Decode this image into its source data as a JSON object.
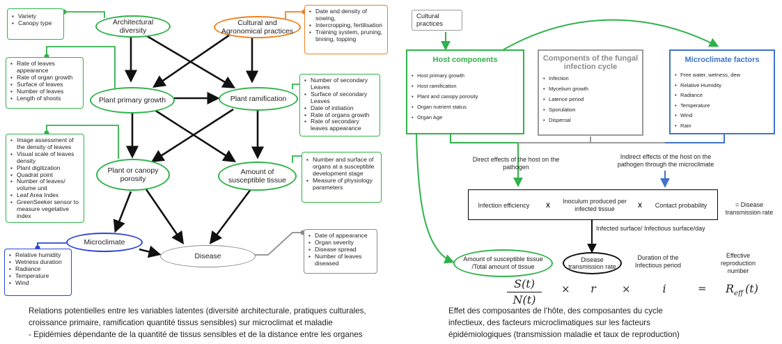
{
  "left": {
    "nodes": {
      "architectural_diversity": "Architectural diversity",
      "cultural_agronomical": "Cultural and Agronomical practices",
      "plant_primary_growth": "Plant primary growth",
      "plant_ramification": "Plant ramification",
      "plant_canopy_porosity": "Plant or canopy porosity",
      "amount_susceptible_tissue": "Amount of susceptible tissue",
      "microclimate": "Microclimate",
      "disease": "Disease"
    },
    "boxes": {
      "architecture": [
        "Variety",
        "Canopy type"
      ],
      "cultural": [
        "Date and density of sowing,",
        "Intercropping, fertilisation",
        "Training system, pruning, tinning, topping"
      ],
      "growth": [
        "Rate of leaves appearance",
        "Rate of organ growth",
        "Surface of leaves",
        "Number of leaves",
        "Length of shoots"
      ],
      "ramification": [
        "Number of secondary Leaves",
        "Surface of secondary Leaves",
        "Date of initiation",
        "Rate of organs growth",
        "Rate of secondary leaves appearance"
      ],
      "porosity": [
        "Image assessment of the density of leaves",
        "Visual scale of leaves density",
        "Plant digitization",
        "Quadrat point",
        "Number of leaves/ volume unit",
        "Leaf Area Index",
        "GreenSeeker sensor to measure vegetative index"
      ],
      "susceptible": [
        "Number and surface of organs at a susceptible development stage",
        "Measure of physiology parameters"
      ],
      "microclimate": [
        "Relative humidity",
        "Wetness duration",
        "Radiance",
        "Temperature",
        "Wind"
      ],
      "disease": [
        "Date of appearance",
        "Organ severity",
        "Disease spread",
        "Number of leaves diseased"
      ]
    },
    "caption": [
      "Relations potentielles entre les variables latentes (diversité architecturale, pratiques culturales,",
      "croissance primaire, ramification quantité tissus sensibles) sur microclimat et maladie",
      "- Epidémies dépendante de la quantité de tissus sensibles et de la distance entre les organes"
    ]
  },
  "right": {
    "cultural_practices": "Cultural practices",
    "host": {
      "title": "Host components",
      "items": [
        "Host primary growth",
        "Host ramification",
        "Plant and canopy porosity",
        "Organ nutrient status",
        "Organ Age"
      ]
    },
    "fungal": {
      "title": "Components of the fungal infection cycle",
      "items": [
        "Infection",
        "Mycelium growth",
        "Latence period",
        "Sporulation",
        "Dispersal"
      ]
    },
    "microclimate": {
      "title": "Microclimate factors",
      "items": [
        "Free water, wetness, dew",
        "Relative Humidity",
        "Radiance",
        "Temperature",
        "Wind",
        "Rain"
      ]
    },
    "direct_effects": "Direct effects of the host on the pathogen",
    "indirect_effects": "Indirect effects of the host on the pathogen through the microclimate",
    "infection_efficiency": "Infection efficiency",
    "x1": "X",
    "inoculum": "Inoculum produced per infected tissue",
    "x2": "X",
    "contact_probability": "Contact probability",
    "eq_disease_transmission_rate": "= Disease transmission rate",
    "infected_surface": "Infected surface/ Infectious surface/day",
    "amount_ratio": "Amount of susceptible tissue /Total amount of tissue",
    "disease_transmission_rate": "Disease transmission rate",
    "duration": "Duration of the Infectious period",
    "effective_reproduction": "Effective reproduction number",
    "formula": {
      "S": "S(t)",
      "N": "N(t)",
      "times1": "×",
      "r": "r",
      "times2": "×",
      "i": "i",
      "eq": "=",
      "R": "R",
      "R_sub": "eff",
      "R_arg": "(t)"
    },
    "caption": [
      "Effet des composantes de l’hôte, des composantes du cycle",
      "infectieux, des facteurs microclimatiques sur les facteurs",
      "épidémiologiques (transmission maladie et taux de reproduction)"
    ]
  },
  "colors": {
    "green": "#2fb24a",
    "orange": "#f07f1e",
    "blue": "#2c44d4",
    "gray": "#8a8a8a",
    "right_blue": "#3f74c8",
    "right_gray": "#9a9a9a"
  }
}
